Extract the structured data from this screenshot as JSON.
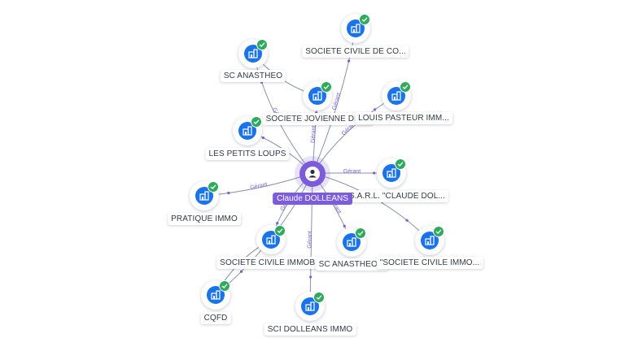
{
  "center": {
    "name": "Claude DOLLEANS"
  },
  "edge_label": "Gérant",
  "colors": {
    "company": "#1a73e8",
    "person": "#7c5cdc",
    "verified": "#2eaa5c",
    "edge": "#8a94a6",
    "edge_label": "#7c5cdc"
  },
  "icons": {
    "company": "building-icon",
    "verified": "check-badge-icon",
    "person": "person-icon"
  },
  "companies": [
    {
      "id": "sc-anastheo",
      "label": "SC ANASTHEO"
    },
    {
      "id": "societe-civile-de-co",
      "label": "SOCIETE CIVILE DE CO..."
    },
    {
      "id": "societe-jovienne",
      "label": "SOCIETE JOVIENNE DE ..."
    },
    {
      "id": "louis-pasteur",
      "label": "LOUIS PASTEUR IMM..."
    },
    {
      "id": "les-petits-loups",
      "label": "LES PETITS LOUPS"
    },
    {
      "id": "sarl-claude-dol",
      "label": "S.A.R.L. \"CLAUDE DOL..."
    },
    {
      "id": "pratique-immo",
      "label": "PRATIQUE IMMO"
    },
    {
      "id": "societe-civile-immob",
      "label": "SOCIETE CIVILE IMMOB..."
    },
    {
      "id": "sc-anastheo-2",
      "label": "SC ANASTHEO 2"
    },
    {
      "id": "societe-civile-immo-quoted",
      "label": "\"SOCIETE CIVILE IMMO..."
    },
    {
      "id": "cqfd",
      "label": "CQFD"
    },
    {
      "id": "sci-dolleans-immo",
      "label": "SCI DOLLEANS IMMO"
    }
  ]
}
